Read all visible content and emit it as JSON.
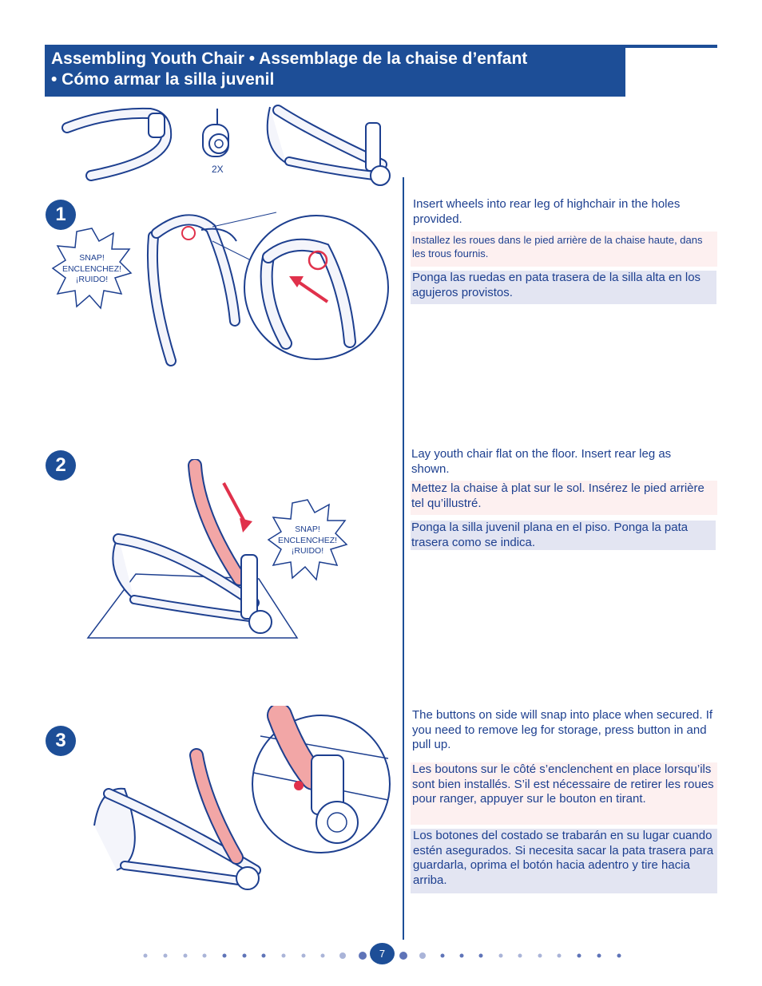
{
  "header": {
    "title_line1": "Assembling Youth Chair • Assemblage de la chaise d’enfant",
    "title_line2": "• Cómo armar la silla juvenil"
  },
  "parts": {
    "wheels_count": "2X"
  },
  "snap_labels": {
    "line1": "SNAP!",
    "line2": "ENCLENCHEZ!",
    "line3": "¡RUIDO!"
  },
  "steps": [
    {
      "number": "1",
      "en": "Insert wheels into rear leg of highchair in the holes provided.",
      "fr": "Installez les roues dans le pied arrière de la chaise haute, dans les trous fournis.",
      "es": "Ponga las ruedas en pata trasera de la silla alta en los agujeros provistos."
    },
    {
      "number": "2",
      "en": "Lay youth chair flat on the floor. Insert rear leg as shown.",
      "fr": "Mettez la chaise à plat sur le sol. Insérez le pied arrière tel qu’illustré.",
      "es": "Ponga la silla juvenil plana en el piso. Ponga la pata trasera como se indica."
    },
    {
      "number": "3",
      "en": "The buttons on side will snap into place when secured. If you need to remove leg for storage, press button in and pull up.",
      "fr": "Les boutons sur le côté s’enclenchent en place lorsqu’ils sont bien installés. S’il est nécessaire de retirer les roues pour ranger, appuyer sur le bouton en tirant.",
      "es": "Los botones del costado se trabarán en su lugar cuando estén asegurados. Si necesita sacar la pata trasera para guardarla, oprima el botón hacia adentro y tire hacia arriba."
    }
  ],
  "footer": {
    "page_number": "7"
  },
  "colors": {
    "brand_blue": "#1d4e97",
    "fr_bg": "#fdf0f0",
    "es_bg": "#e3e5f2",
    "accent_red": "#e0314b"
  }
}
